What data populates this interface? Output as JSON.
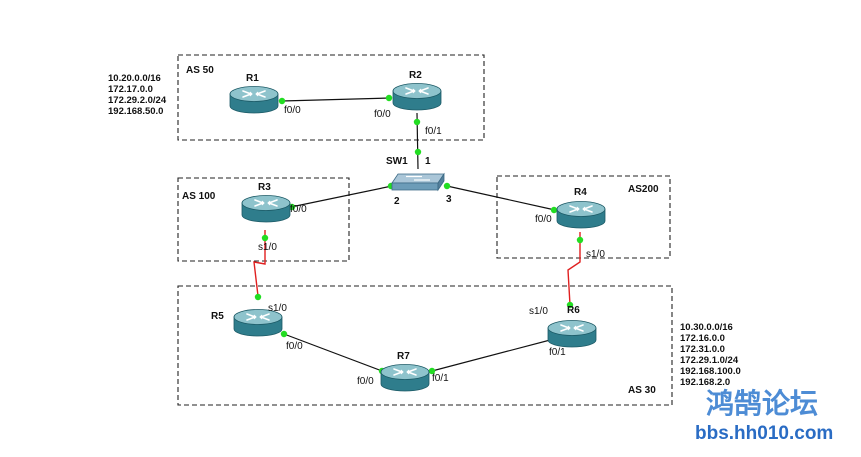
{
  "colors": {
    "link": "#111111",
    "serial": "#e02020",
    "port_dot": "#22dd22",
    "as_border": "#222222",
    "router_body": "#2f7d8c",
    "router_top": "#8ec3cc",
    "watermark": "#3a7fd0"
  },
  "as_boxes": [
    {
      "id": "as50",
      "label": "AS 50"
    },
    {
      "id": "as100",
      "label": "AS 100"
    },
    {
      "id": "as200",
      "label": "AS200"
    },
    {
      "id": "as30",
      "label": "AS 30"
    }
  ],
  "devices": {
    "r1": {
      "name": "R1",
      "icon": "router-icon"
    },
    "r2": {
      "name": "R2",
      "icon": "router-icon"
    },
    "r3": {
      "name": "R3",
      "icon": "router-icon"
    },
    "r4": {
      "name": "R4",
      "icon": "router-icon"
    },
    "r5": {
      "name": "R5",
      "icon": "router-icon"
    },
    "r6": {
      "name": "R6",
      "icon": "router-icon"
    },
    "r7": {
      "name": "R7",
      "icon": "router-icon"
    },
    "sw1": {
      "name": "SW1",
      "icon": "switch-icon"
    }
  },
  "links": [
    {
      "from": "r1",
      "to": "r2",
      "type": "ethernet",
      "from_port": "f0/0",
      "to_port": "f0/0"
    },
    {
      "from": "r2",
      "to": "sw1",
      "type": "ethernet",
      "from_port": "f0/1",
      "to_port": "1"
    },
    {
      "from": "r3",
      "to": "sw1",
      "type": "ethernet",
      "from_port": "f0/0",
      "to_port": "2"
    },
    {
      "from": "sw1",
      "to": "r4",
      "type": "ethernet",
      "from_port": "3",
      "to_port": "f0/0"
    },
    {
      "from": "r3",
      "to": "r5",
      "type": "serial",
      "from_port": "s1/0",
      "to_port": "s1/0"
    },
    {
      "from": "r4",
      "to": "r6",
      "type": "serial",
      "from_port": "s1/0",
      "to_port": "s1/0"
    },
    {
      "from": "r5",
      "to": "r7",
      "type": "ethernet",
      "from_port": "f0/0",
      "to_port": "f0/0"
    },
    {
      "from": "r7",
      "to": "r6",
      "type": "ethernet",
      "from_port": "f0/1",
      "to_port": "f0/1"
    }
  ],
  "networks": {
    "left": [
      "10.20.0.0/16",
      "172.17.0.0",
      "172.29.2.0/24",
      "192.168.50.0"
    ],
    "right": [
      "10.30.0.0/16",
      "172.16.0.0",
      "172.31.0.0",
      "172.29.1.0/24",
      "192.168.100.0",
      "192.168.2.0"
    ]
  },
  "watermark": {
    "title": "鸿鹄论坛",
    "url": "bbs.hh010.com"
  }
}
